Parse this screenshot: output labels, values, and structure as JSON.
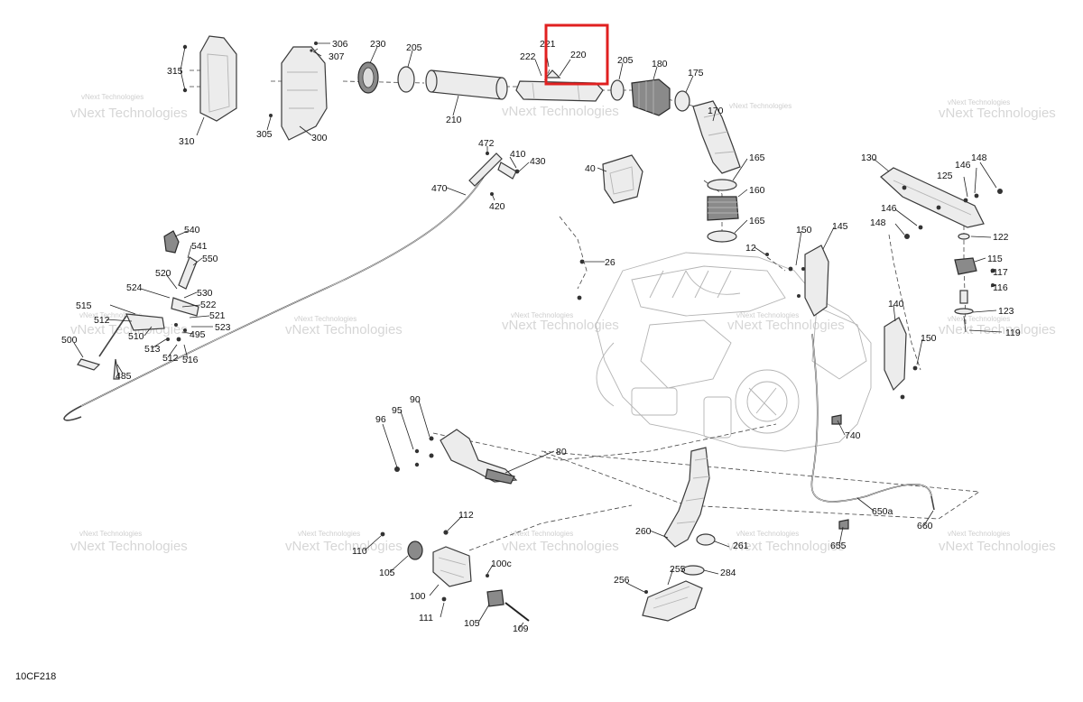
{
  "diagram": {
    "code": "10CF218",
    "watermark": "vNext Technologies",
    "highlight_color": "#e02020",
    "callouts": [
      "315",
      "310",
      "306",
      "307",
      "305",
      "300",
      "230",
      "205",
      "210",
      "221",
      "222",
      "220",
      "205",
      "180",
      "175",
      "170",
      "472",
      "410",
      "430",
      "470",
      "420",
      "40",
      "165",
      "160",
      "165",
      "130",
      "148",
      "146",
      "125",
      "146",
      "148",
      "122",
      "12",
      "150",
      "145",
      "115",
      "117",
      "116",
      "26",
      "140",
      "123",
      "119",
      "150",
      "540",
      "541",
      "550",
      "520",
      "524",
      "530",
      "522",
      "515",
      "512",
      "521",
      "523",
      "510",
      "495",
      "500",
      "513",
      "512",
      "516",
      "485",
      "90",
      "95",
      "96",
      "80",
      "740",
      "260",
      "261",
      "284",
      "255",
      "256",
      "650a",
      "660",
      "655",
      "112",
      "110",
      "105",
      "100c",
      "100",
      "111",
      "105",
      "109"
    ]
  }
}
